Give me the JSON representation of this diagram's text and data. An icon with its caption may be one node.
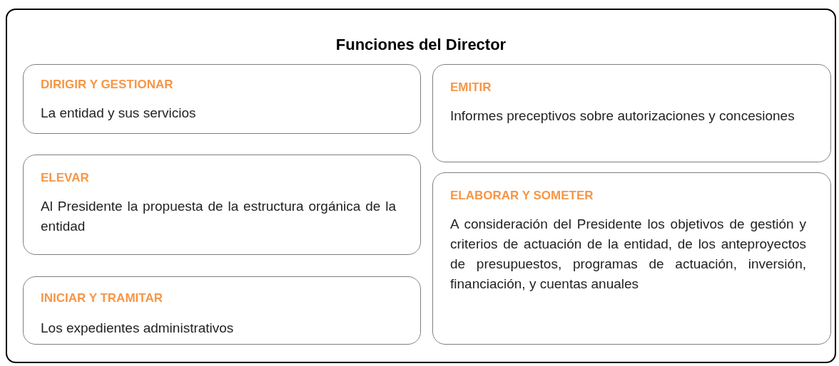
{
  "diagram": {
    "nodes": [
      {
        "text": [
          "Funciones del Director"
        ]
      },
      {
        "text": [
          "DIRIGIR Y GESTIONAR",
          "La entidad y sus servicios"
        ],
        "in": 0
      },
      {
        "text": [
          "ELEVAR",
          "Al Presidente la propuesta de la estructura orgánica de la entidad"
        ],
        "in": 0
      },
      {
        "text": [
          "INICIAR Y TRAMITAR",
          "Los expedientes administrativos"
        ],
        "in": 0
      },
      {
        "text": [
          "EMITIR",
          "Informes preceptivos sobre autorizaciones y concesiones"
        ],
        "in": 0
      },
      {
        "text": [
          "ELABORAR Y SOMETER",
          "A consideración del Presidente los objetivos de gestión y criterios de actuación de la entidad, de los anteproyectos de presupuestos, programas de actuación, inversión, financiación, y cuentas anuales"
        ],
        "in": 0
      }
    ]
  }
}
